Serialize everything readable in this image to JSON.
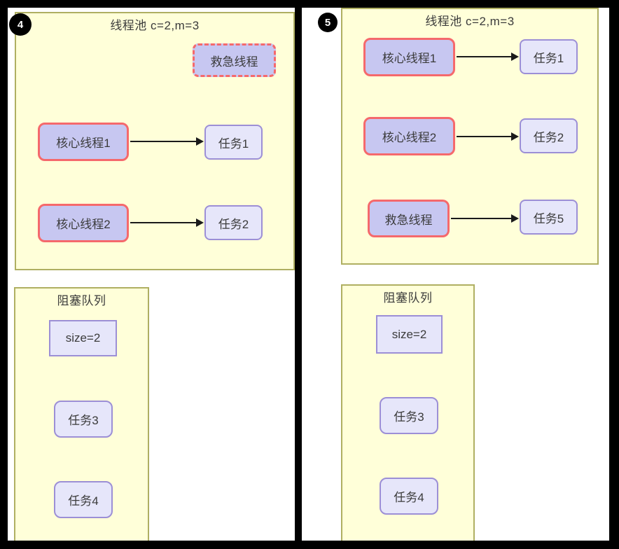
{
  "colors": {
    "panel_fill": "#ffffd9",
    "panel_border": "#afaf62",
    "thread_fill": "#c7c7f1",
    "thread_border": "#f5696c",
    "task_fill": "#e6e6fa",
    "task_border": "#9c8fd6",
    "arrow": "#1a1a1a",
    "frame": "#000000"
  },
  "panel4": {
    "badge": "4",
    "pool": {
      "title": "线程池 c=2,m=3",
      "standby_thread": "救急线程",
      "row1": {
        "thread": "核心线程1",
        "task": "任务1"
      },
      "row2": {
        "thread": "核心线程2",
        "task": "任务2"
      }
    },
    "queue": {
      "title": "阻塞队列",
      "size": "size=2",
      "item1": "任务3",
      "item2": "任务4"
    }
  },
  "panel5": {
    "badge": "5",
    "pool": {
      "title": "线程池 c=2,m=3",
      "row1": {
        "thread": "核心线程1",
        "task": "任务1"
      },
      "row2": {
        "thread": "核心线程2",
        "task": "任务2"
      },
      "row3": {
        "thread": "救急线程",
        "task": "任务5"
      }
    },
    "queue": {
      "title": "阻塞队列",
      "size": "size=2",
      "item1": "任务3",
      "item2": "任务4"
    }
  }
}
